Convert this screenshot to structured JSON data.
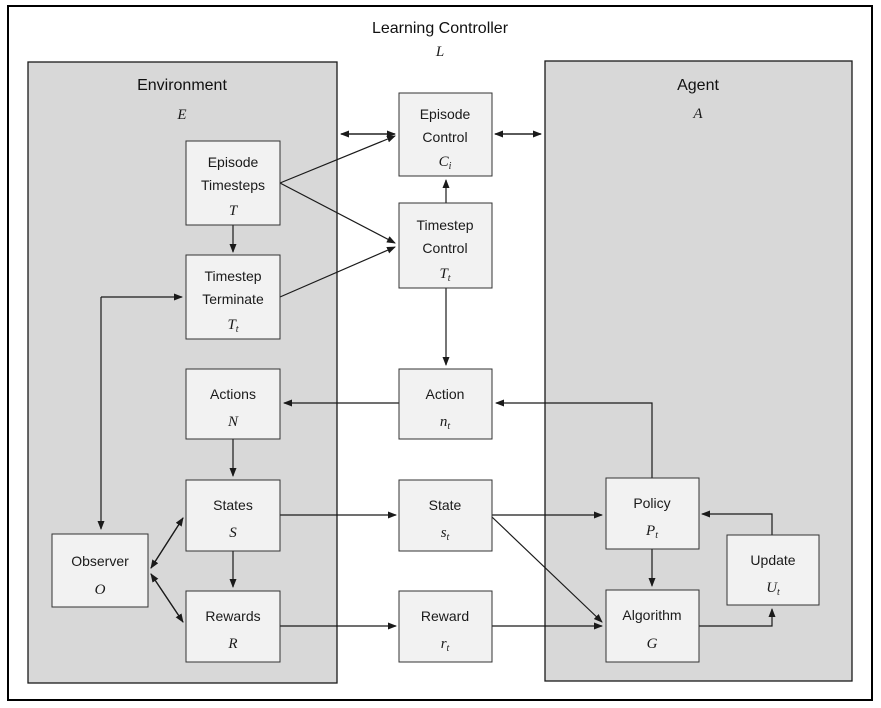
{
  "diagram": {
    "title": {
      "label": "Learning Controller",
      "symbol": "L"
    },
    "containers": {
      "environment": {
        "label": "Environment",
        "symbol": "E"
      },
      "agent": {
        "label": "Agent",
        "symbol": "A"
      }
    },
    "nodes": {
      "episode_timesteps": {
        "line1": "Episode",
        "line2": "Timesteps",
        "symbol": "T",
        "symbol_sub": ""
      },
      "timestep_terminate": {
        "line1": "Timestep",
        "line2": "Terminate",
        "symbol": "T",
        "symbol_sub": "t"
      },
      "episode_control": {
        "line1": "Episode",
        "line2": "Control",
        "symbol": "C",
        "symbol_sub": "i"
      },
      "timestep_control": {
        "line1": "Timestep",
        "line2": "Control",
        "symbol": "T",
        "symbol_sub": "t"
      },
      "actions": {
        "line1": "Actions",
        "symbol": "N",
        "symbol_sub": ""
      },
      "action": {
        "line1": "Action",
        "symbol": "n",
        "symbol_sub": "t"
      },
      "states": {
        "line1": "States",
        "symbol": "S",
        "symbol_sub": ""
      },
      "state": {
        "line1": "State",
        "symbol": "s",
        "symbol_sub": "t"
      },
      "rewards": {
        "line1": "Rewards",
        "symbol": "R",
        "symbol_sub": ""
      },
      "reward": {
        "line1": "Reward",
        "symbol": "r",
        "symbol_sub": "t"
      },
      "observer": {
        "line1": "Observer",
        "symbol": "O",
        "symbol_sub": ""
      },
      "policy": {
        "line1": "Policy",
        "symbol": "P",
        "symbol_sub": "t"
      },
      "algorithm": {
        "line1": "Algorithm",
        "symbol": "G",
        "symbol_sub": ""
      },
      "update": {
        "line1": "Update",
        "symbol": "U",
        "symbol_sub": "t"
      }
    },
    "edges": [
      {
        "from": "episode_timesteps",
        "to": "timestep_terminate",
        "type": "arrow"
      },
      {
        "from": "episode_timesteps",
        "to": "episode_control",
        "type": "arrow"
      },
      {
        "from": "episode_timesteps",
        "to": "timestep_control",
        "type": "arrow"
      },
      {
        "from": "timestep_terminate",
        "to": "timestep_control",
        "type": "arrow"
      },
      {
        "from": "timestep_control",
        "to": "episode_control",
        "type": "arrow"
      },
      {
        "from": "timestep_control",
        "to": "action",
        "type": "arrow"
      },
      {
        "from": "action",
        "to": "actions",
        "type": "arrow"
      },
      {
        "from": "policy",
        "to": "action",
        "type": "arrow"
      },
      {
        "from": "actions",
        "to": "states",
        "type": "arrow"
      },
      {
        "from": "states",
        "to": "state",
        "type": "arrow"
      },
      {
        "from": "states",
        "to": "rewards",
        "type": "arrow"
      },
      {
        "from": "rewards",
        "to": "reward",
        "type": "arrow"
      },
      {
        "from": "state",
        "to": "policy",
        "type": "arrow"
      },
      {
        "from": "state",
        "to": "algorithm",
        "type": "arrow"
      },
      {
        "from": "reward",
        "to": "algorithm",
        "type": "arrow"
      },
      {
        "from": "policy",
        "to": "algorithm",
        "type": "arrow"
      },
      {
        "from": "algorithm",
        "to": "update",
        "type": "arrow"
      },
      {
        "from": "update",
        "to": "policy",
        "type": "arrow"
      },
      {
        "from": "branch-corner",
        "to": "timestep_terminate",
        "type": "arrow"
      },
      {
        "from": "branch-corner",
        "to": "observer",
        "type": "arrow"
      },
      {
        "from": "environment",
        "to": "episode_control",
        "type": "double-arrow"
      },
      {
        "from": "episode_control",
        "to": "agent",
        "type": "double-arrow"
      },
      {
        "from": "observer",
        "to": "states",
        "type": "double-arrow"
      },
      {
        "from": "observer",
        "to": "rewards",
        "type": "double-arrow"
      }
    ],
    "colors": {
      "background": "#ffffff",
      "container_fill": "#d8d8d8",
      "node_fill": "#f2f2f2",
      "border": "#000000",
      "arrow": "#1a1a1a"
    }
  }
}
